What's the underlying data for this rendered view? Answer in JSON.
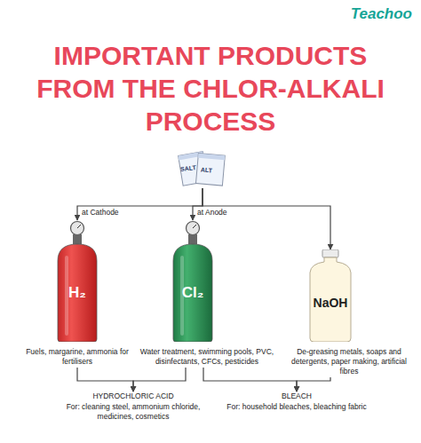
{
  "diagram": {
    "title": "IMPORTANT PRODUCTS FROM THE CHLOR-ALKALI PROCESS",
    "nodes": [
      {
        "text": [
          "SALT",
          "ALT"
        ]
      },
      {
        "text": [
          "H₂",
          "Fuels, margarine, ammonia for fertilisers"
        ]
      },
      {
        "text": [
          "Cl₂",
          "Water treatment, swimming pools, PVC, disinfectants, CFCs, pesticides"
        ]
      },
      {
        "text": [
          "NaOH",
          "De-greasing metals, soaps and detergents, paper making, artificial fibres"
        ]
      },
      {
        "text": [
          "HYDROCHLORIC ACID",
          "For: cleaning steel, ammonium chloride, medicines, cosmetics"
        ]
      },
      {
        "text": [
          "BLEACH",
          "For: household bleaches, bleaching fabric"
        ]
      }
    ],
    "edges": [
      {
        "from": 0,
        "to": 1,
        "label": "at Cathode",
        "arrow": "to"
      },
      {
        "from": 0,
        "to": 2,
        "label": "at Anode",
        "arrow": "to"
      },
      {
        "from": 0,
        "to": 3,
        "arrow": "to"
      },
      {
        "from": 1,
        "to": 4,
        "arrow": "to"
      },
      {
        "from": 2,
        "to": 4,
        "arrow": "to"
      },
      {
        "from": 2,
        "to": 5,
        "arrow": "to"
      },
      {
        "from": 3,
        "to": 5,
        "arrow": "to"
      }
    ],
    "labels": [
      "Teachoo"
    ]
  }
}
